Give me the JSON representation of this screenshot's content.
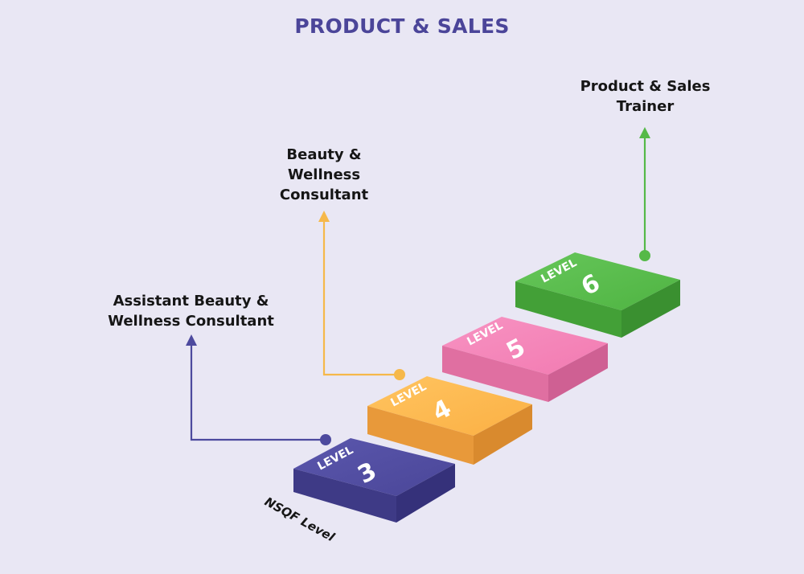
{
  "title": "PRODUCT & SALES",
  "axis_label": "NSQF Level",
  "steps": [
    {
      "word": "LEVEL",
      "number": "3",
      "role": "Assistant Beauty & Wellness Consultant",
      "color": "#4d4a9e"
    },
    {
      "word": "LEVEL",
      "number": "4",
      "role": "",
      "color": "#fdb84e"
    },
    {
      "word": "LEVEL",
      "number": "5",
      "role": "Beauty & Wellness Consultant",
      "color": "#f47fb4"
    },
    {
      "word": "LEVEL",
      "number": "6",
      "role": "Product & Sales Trainer",
      "color": "#55b948"
    }
  ],
  "roles": {
    "level3": "Assistant Beauty & Wellness Consultant",
    "level5": "Beauty & Wellness Consultant",
    "level6": "Product & Sales Trainer"
  },
  "colors": {
    "background": "#e9e7f4",
    "title": "#4b4599",
    "arrow_level3": "#4d4a9e",
    "arrow_level5": "#f6b84a",
    "arrow_level6": "#55b948"
  }
}
